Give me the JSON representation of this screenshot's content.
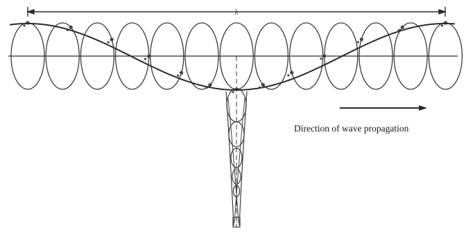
{
  "diagram": {
    "wavelength_label": "λ",
    "direction_label": "Direction of wave propagation",
    "orbit_count": 13,
    "decay_orbit_count": 5,
    "colors": {
      "line": "#2a2a2a",
      "orbit": "#3a3a3a",
      "particle": "#444444",
      "background": "#ffffff"
    }
  }
}
